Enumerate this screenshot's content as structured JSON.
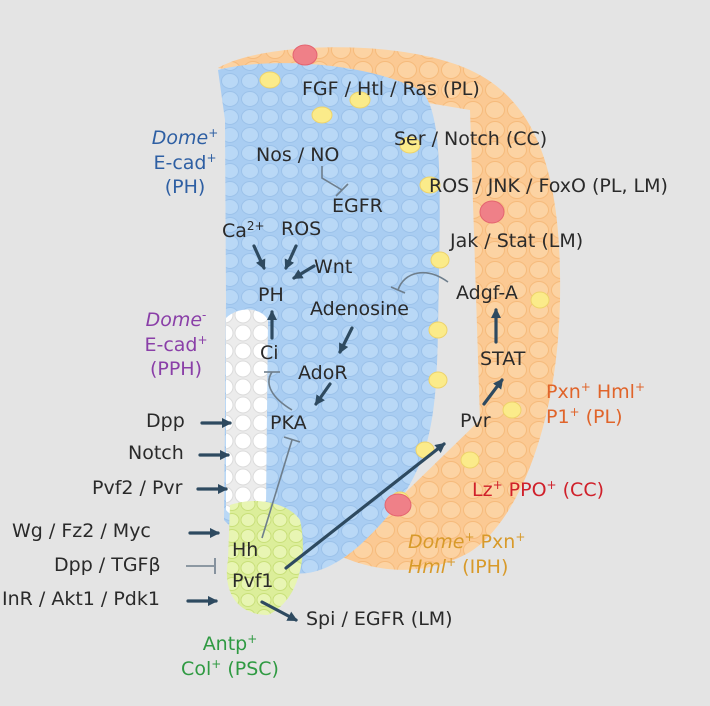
{
  "pathways": {
    "fgf": "FGF / Htl / Ras (PL)",
    "ser_notch": "Ser / Notch (CC)",
    "ros_jnk": "ROS / JNK / FoxO (PL, LM)",
    "jak_stat": "Jak / Stat (LM)",
    "nos_no": "Nos / NO",
    "egfr": "EGFR",
    "ca": "Ca",
    "ca_sup": "2+",
    "ros": "ROS",
    "wnt": "Wnt",
    "ph": "PH",
    "adenosine": "Adenosine",
    "adgf": "Adgf-A",
    "ci": "Ci",
    "ador": "AdoR",
    "stat": "STAT",
    "pka": "PKA",
    "pvr": "Pvr",
    "dpp": "Dpp",
    "notch": "Notch",
    "pvf2": "Pvf2 / Pvr",
    "wg": "Wg / Fz2 / Myc",
    "dpp_tgf": "Dpp / TGFβ",
    "inr": "InR / Akt1 / Pdk1",
    "hh": "Hh",
    "pvf1": "Pvf1",
    "spi": "Spi / EGFR (LM)"
  },
  "zones": {
    "ph": {
      "l1": "Dome",
      "l1s": "+",
      "l2": "E-cad",
      "l2s": "+",
      "l3": "(PH)"
    },
    "pph": {
      "l1": "Dome",
      "l1s": "-",
      "l2": "E-cad",
      "l2s": "+",
      "l3": "(PPH)"
    },
    "pl": {
      "a": "Pxn",
      "as": "+",
      "b": " Hml",
      "bs": "+",
      "c": "P1",
      "cs": "+",
      "d": " (PL)"
    },
    "cc": {
      "a": "Lz",
      "as": "+",
      "b": " PPO",
      "bs": "+",
      "c": " (CC)"
    },
    "iph": {
      "a": "Dome",
      "as": "+",
      "b": " Pxn",
      "bs": "+",
      "c": "Hml",
      "cs": "+",
      "d": " (IPH)"
    },
    "psc": {
      "a": "Antp",
      "as": "+",
      "b": "Col",
      "bs": "+",
      "c": " (PSC)"
    }
  },
  "colors": {
    "background": "#e4e4e4",
    "medullary_zone": "#a9cdf2",
    "cortical_zone": "#fbc993",
    "crystal_cell": "#ef8088",
    "psc": "#dcee9a",
    "arrow": "#2e4a60"
  }
}
